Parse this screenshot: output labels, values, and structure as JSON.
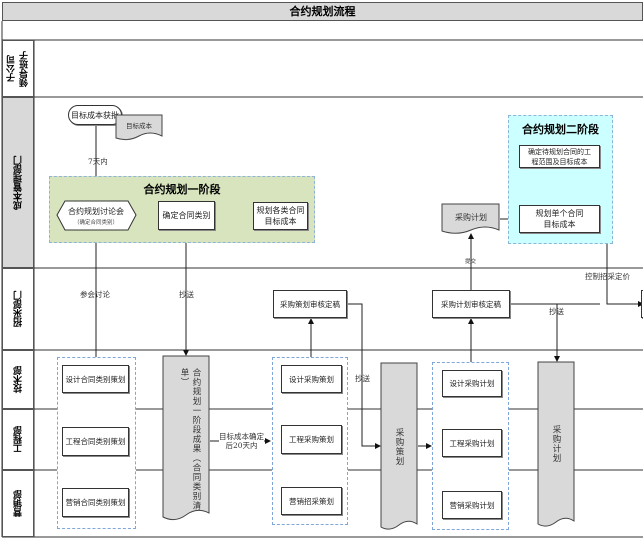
{
  "title": "合约规划流程",
  "lanes": [
    "子公司\n领导班子",
    "成本管理部门",
    "招采部门",
    "技术部",
    "工程部",
    "营销部"
  ],
  "phase1": {
    "title": "合约规划一阶段",
    "color": "#d7e4bd"
  },
  "phase2": {
    "title": "合约规划二阶段",
    "color": "#ccffff"
  },
  "nodes": {
    "start": "目标成本获批",
    "doc_target": "目标成本",
    "meeting": "合约规划讨论会",
    "meeting_sub": "（确定合同类别）",
    "confirm_type": "确定合同类别",
    "plan_all": "规划各类合同\n目标成本",
    "confirm_scope": "确定待规划合同的工\n程范围及目标成本",
    "plan_single": "规划单个合同\n目标成本",
    "doc_purchase_plan": "采购计划",
    "review_strategy": "采购策划审核定稿",
    "review_plan": "采购计划审核定稿",
    "design_type": "设计合同类别策划",
    "eng_type": "工程合同类别策划",
    "mkt_type": "营销合同类别策划",
    "phase1_result": "合约规划一阶段成果（合同类别清单）",
    "design_strategy": "设计采购策划",
    "eng_strategy": "工程采购策划",
    "mkt_strategy": "营销招采策划",
    "strategy_doc": "采购策划",
    "design_plan": "设计采购计划",
    "eng_plan": "工程采购计划",
    "mkt_plan": "营销采购计划",
    "plan_doc": "采购计划"
  },
  "labels": {
    "within7": "7天内",
    "attend": "参会讨论",
    "cc1": "抄送",
    "cc2": "抄送",
    "cc3": "抄送",
    "submit": "提交",
    "control": "控制招采定价",
    "within20": "目标成本确定\n后20天内"
  }
}
